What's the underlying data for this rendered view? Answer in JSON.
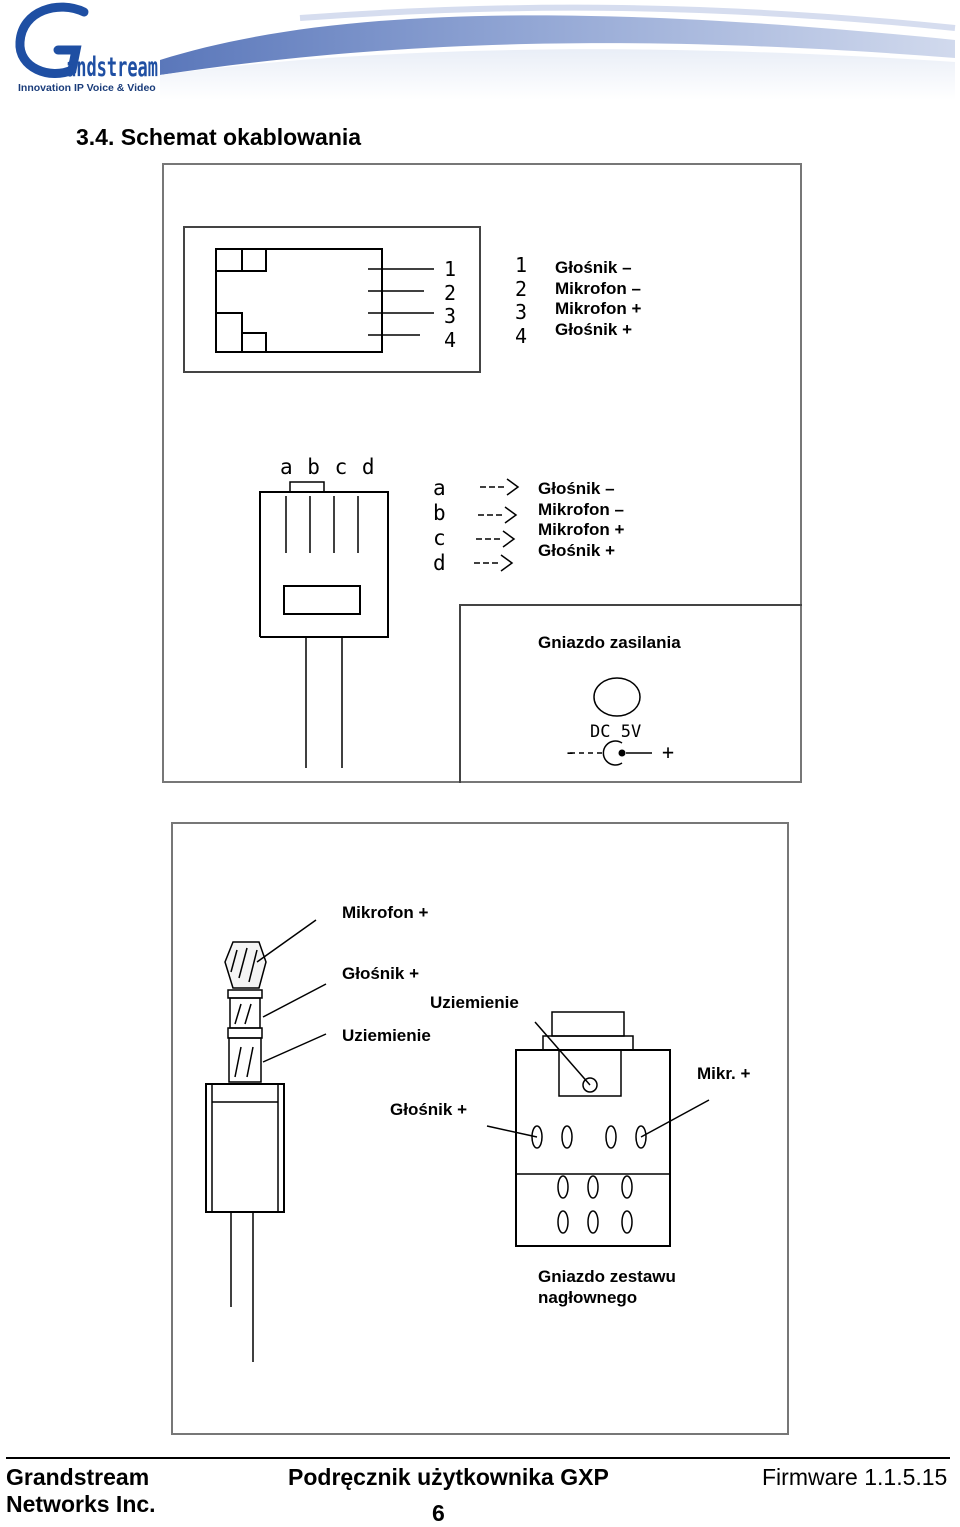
{
  "logo": {
    "brand": "Grandstream",
    "tagline": "Innovation IP Voice & Video"
  },
  "heading": "3.4. Schemat okablowania",
  "rj9_socket": {
    "pin_numbers": [
      "1",
      "2",
      "3",
      "4"
    ],
    "pin_labels": [
      "Głośnik –",
      "Mikrofon –",
      "Mikrofon +",
      "Głośnik +"
    ]
  },
  "rj9_plug": {
    "top_letters": "a b c d",
    "letters": [
      "a",
      "b",
      "c",
      "d"
    ],
    "labels": [
      "Głośnik –",
      "Mikrofon –",
      "Mikrofon +",
      "Głośnik +"
    ]
  },
  "power": {
    "title": "Gniazdo zasilania",
    "rating": "DC 5V",
    "minus": "-",
    "plus": "+"
  },
  "headset": {
    "plug_labels": {
      "mic_plus": "Mikrofon +",
      "speaker_plus": "Głośnik +",
      "ground": "Uziemienie"
    },
    "jack_labels": {
      "ground": "Uziemienie",
      "mic_plus": "Mikr. +",
      "speaker_plus": "Głośnik +"
    },
    "caption": [
      "Gniazdo zestawu",
      "nagłownego"
    ]
  },
  "footer": {
    "company_line1": "Grandstream",
    "company_line2": "Networks Inc.",
    "manual": "Podręcznik użytkownika GXP",
    "page": "6",
    "firmware": "Firmware 1.1.5.15"
  }
}
